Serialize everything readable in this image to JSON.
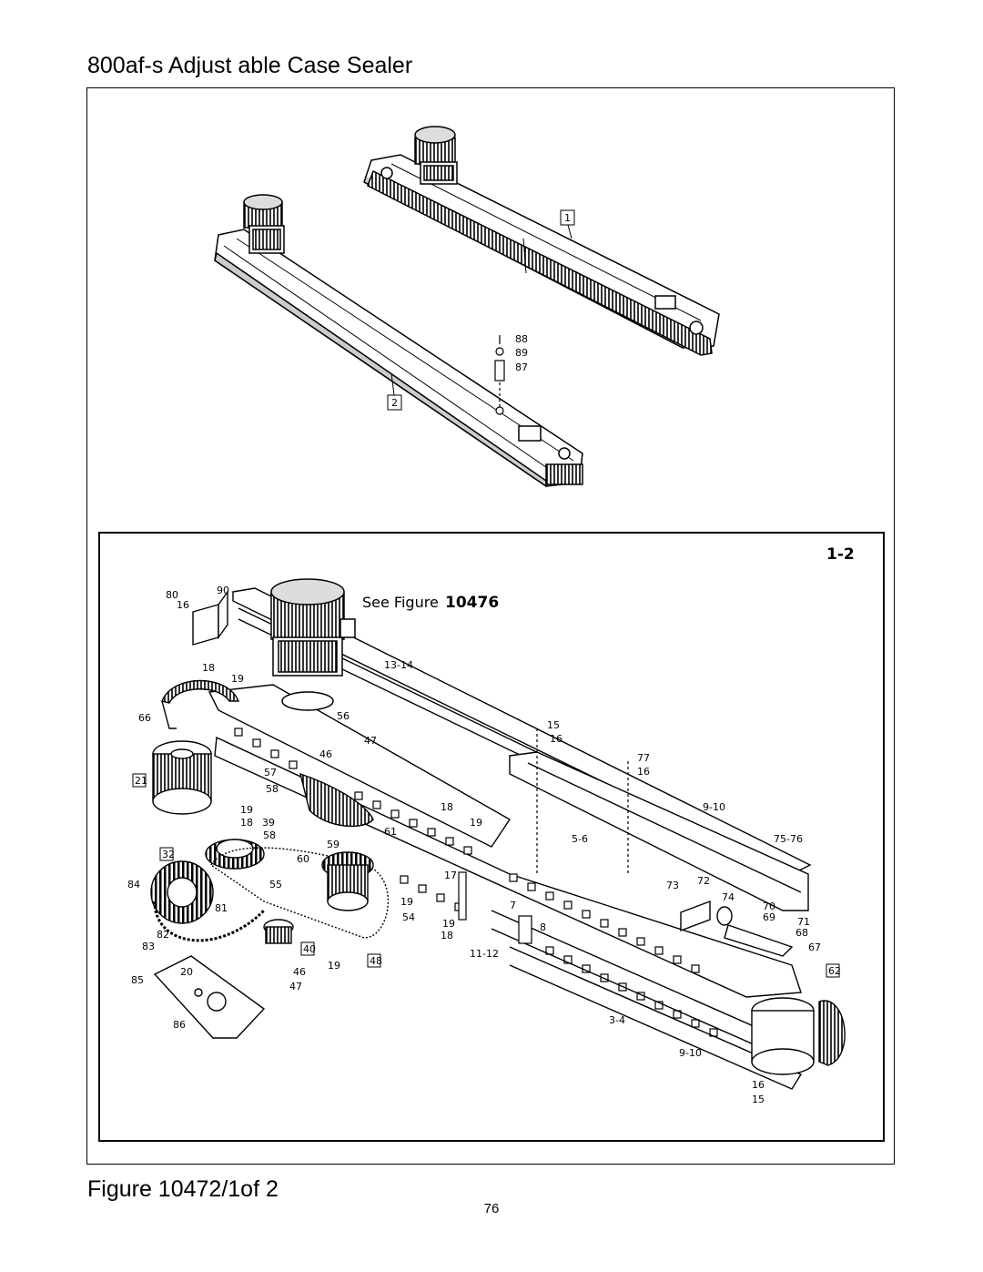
{
  "page": {
    "title": "800af-s Adjust able Case Sealer",
    "caption": "Figure 10472/1of 2",
    "page_number": "76"
  },
  "figure": {
    "assembly_ref": "1-2",
    "see_text": "See Figure",
    "see_number": "10476",
    "callouts_top": {
      "box_1": "1",
      "box_2": "2",
      "part_88": "88",
      "part_89": "89",
      "part_87": "87"
    },
    "callouts_detail": {
      "p80": "80",
      "p90": "90",
      "p16a": "16",
      "p18a": "18",
      "p19a": "19",
      "p66": "66",
      "box21": "21",
      "p56": "56",
      "p47a": "47",
      "p46a": "46",
      "p57": "57",
      "p58a": "58",
      "p19b": "19",
      "p18b": "18",
      "p39": "39",
      "p58b": "58",
      "p59": "59",
      "p61": "61",
      "box32": "32",
      "p60": "60",
      "p84": "84",
      "p55": "55",
      "p81": "81",
      "p82": "82",
      "p83": "83",
      "box40": "40",
      "p46b": "46",
      "p47b": "47",
      "p19c": "19",
      "box48": "48",
      "p85": "85",
      "p20": "20",
      "p86": "86",
      "p1314": "13-14",
      "p15a": "15",
      "p16b": "16",
      "p77": "77",
      "p16c": "16",
      "p18c": "18",
      "p19d": "19",
      "p910a": "9-10",
      "p7576": "75-76",
      "p56b": "5-6",
      "p17": "17",
      "p19e": "19",
      "p54": "54",
      "p7": "7",
      "p8": "8",
      "p19f": "19",
      "p18d": "18",
      "p1112": "11-12",
      "p73": "73",
      "p72": "72",
      "p74": "74",
      "p70": "70",
      "p69": "69",
      "p71": "71",
      "p68": "68",
      "p67": "67",
      "box62": "62",
      "p34": "3-4",
      "p910b": "9-10",
      "p16d": "16",
      "p15b": "15"
    }
  },
  "colors": {
    "ink": "#000000",
    "paper": "#ffffff",
    "shade": "#b0b0b0"
  }
}
